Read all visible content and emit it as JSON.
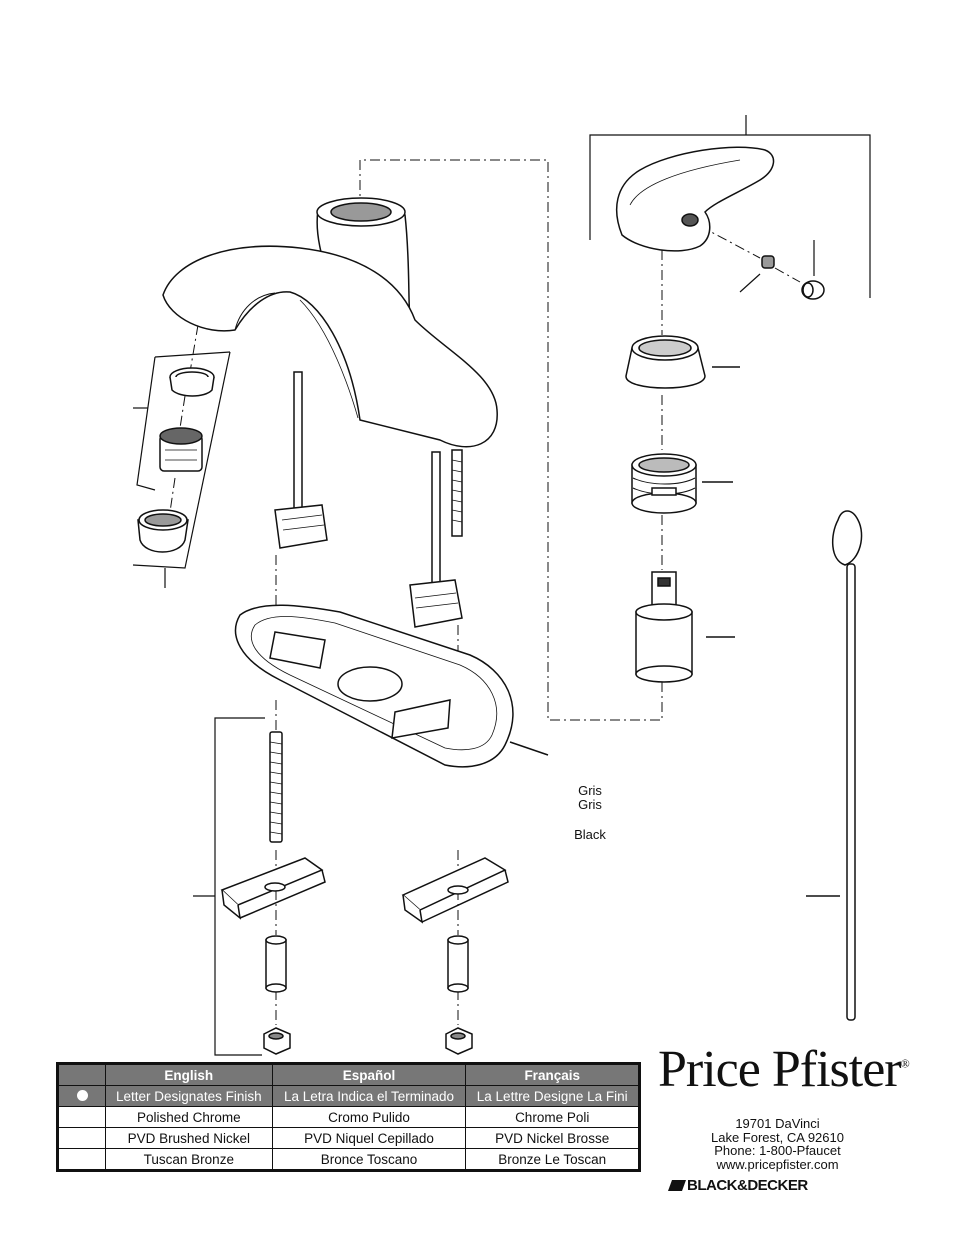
{
  "callouts": {
    "gris_1": "Gris",
    "gris_2": "Gris",
    "black": "Black"
  },
  "finish_table": {
    "headers": [
      "English",
      "Español",
      "Français"
    ],
    "designates": [
      "Letter Designates Finish",
      "La Letra Indica el Terminado",
      "La Lettre Designe La Fini"
    ],
    "rows": [
      [
        "Polished Chrome",
        "Cromo Pulido",
        "Chrome Poli"
      ],
      [
        "PVD Brushed Nickel",
        "PVD Niquel Cepillado",
        "PVD Nickel Brosse"
      ],
      [
        "Tuscan Bronze",
        "Bronce Toscano",
        "Bronze Le Toscan"
      ]
    ]
  },
  "brand": {
    "logo_text": "Price Pfister",
    "address_line1": "19701 DaVinci",
    "address_line2": "Lake Forest, CA 92610",
    "phone": "Phone: 1-800-Pfaucet",
    "website": "www.pricepfister.com",
    "parent_logo": "BLACK&DECKER"
  },
  "icons": {
    "finish_marker": "filled-circle-icon",
    "parent_logo_mark": "hexagon-icon"
  }
}
